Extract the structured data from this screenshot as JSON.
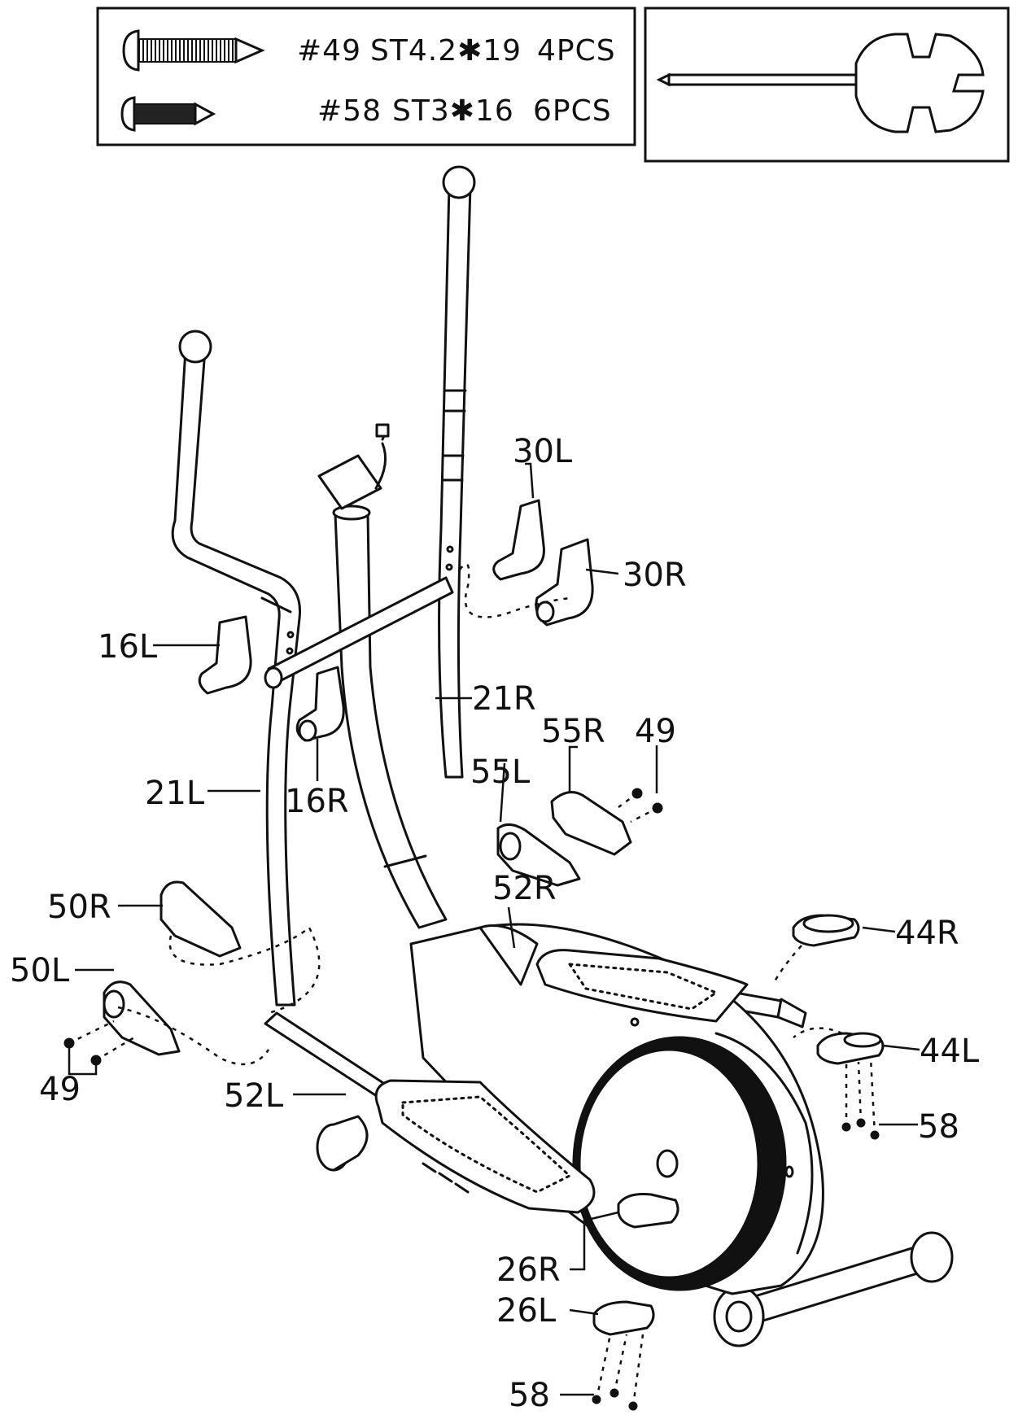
{
  "hardware": [
    {
      "part": "#49",
      "spec": "ST4.2✱19",
      "qty": "4PCS",
      "icon": "long-screw-icon"
    },
    {
      "part": "#58",
      "spec": "ST3✱16",
      "qty": "6PCS",
      "icon": "short-screw-icon"
    }
  ],
  "tool_icon": "screwdriver-wrench-icon",
  "callouts": {
    "c30L": "30L",
    "c30R": "30R",
    "c16L": "16L",
    "c16R": "16R",
    "c21R": "21R",
    "c21L": "21L",
    "c55R": "55R",
    "c49a": "49",
    "c55L": "55L",
    "c52R": "52R",
    "c50R": "50R",
    "c50L": "50L",
    "c49b": "49",
    "c52L": "52L",
    "c44R": "44R",
    "c44L": "44L",
    "c58a": "58",
    "c26R": "26R",
    "c26L": "26L",
    "c58b": "58"
  },
  "colors": {
    "ink": "#111111",
    "paper": "#ffffff"
  }
}
